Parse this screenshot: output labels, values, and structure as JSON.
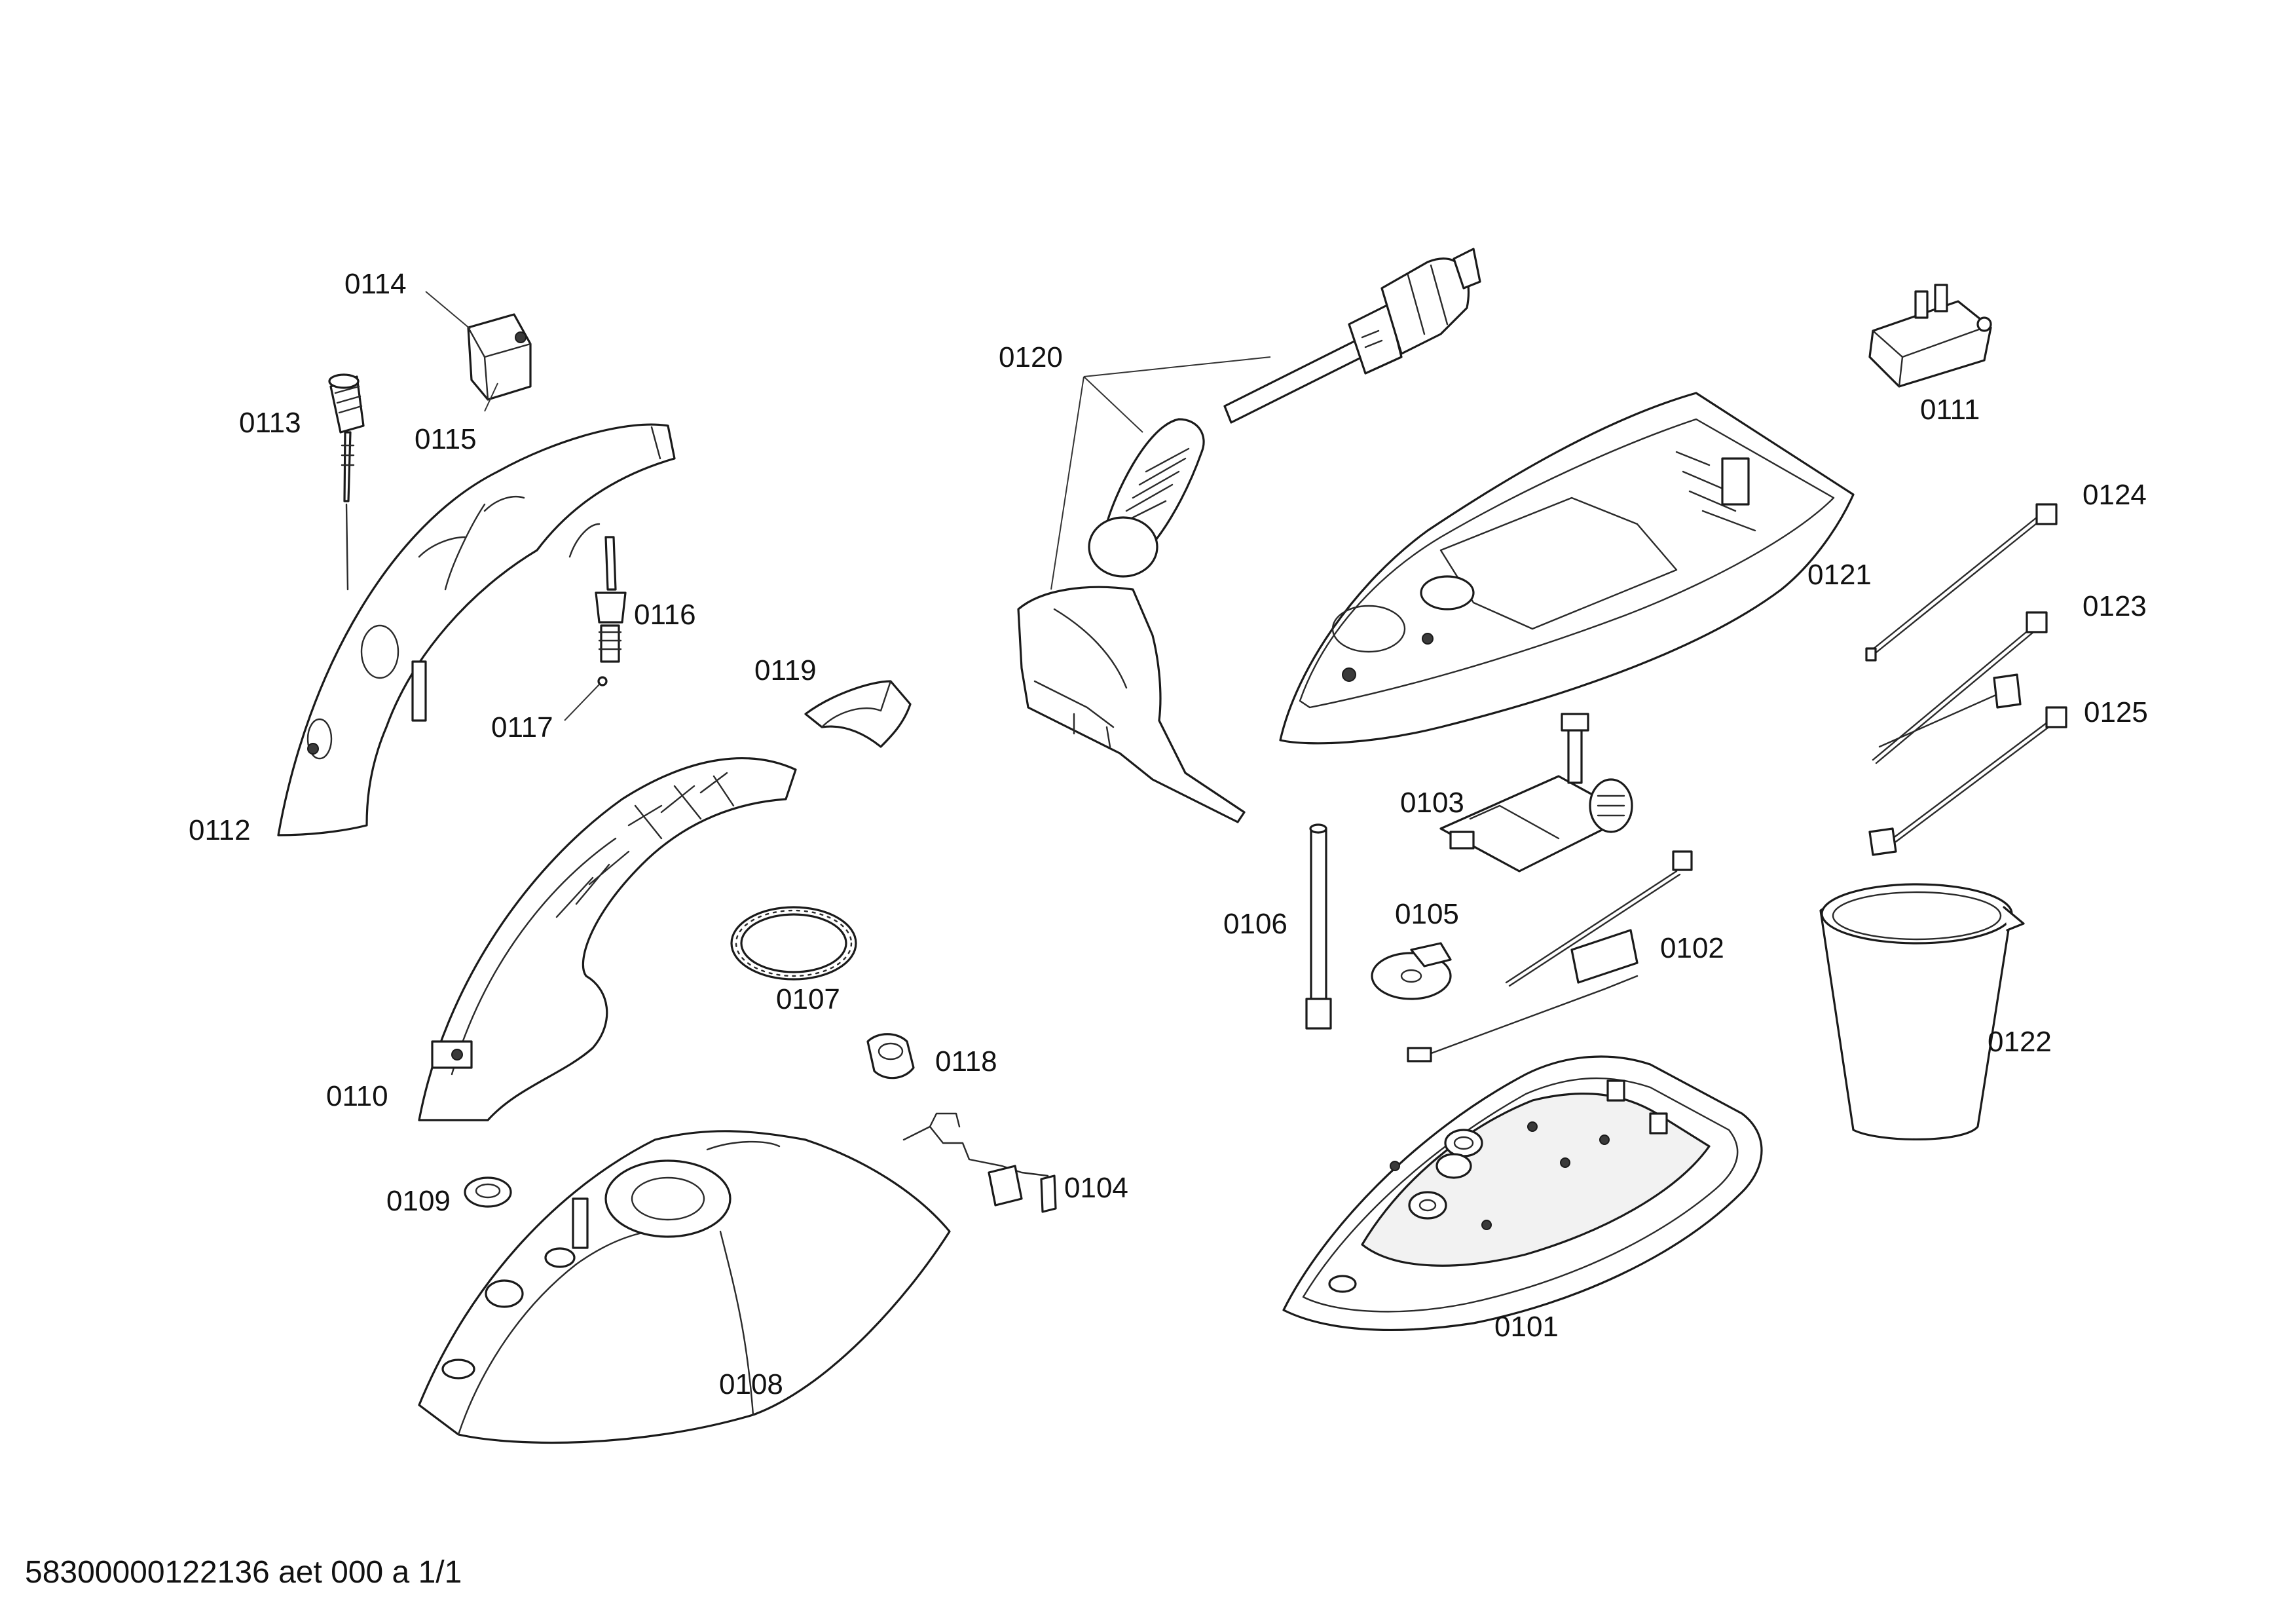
{
  "document": {
    "footer_code": "58300000122136 aet 000 a 1/1"
  },
  "parts": [
    {
      "id": "p0101",
      "label": "0101"
    },
    {
      "id": "p0102",
      "label": "0102"
    },
    {
      "id": "p0103",
      "label": "0103"
    },
    {
      "id": "p0104",
      "label": "0104"
    },
    {
      "id": "p0105",
      "label": "0105"
    },
    {
      "id": "p0106",
      "label": "0106"
    },
    {
      "id": "p0107",
      "label": "0107"
    },
    {
      "id": "p0108",
      "label": "0108"
    },
    {
      "id": "p0109",
      "label": "0109"
    },
    {
      "id": "p0110",
      "label": "0110"
    },
    {
      "id": "p0111",
      "label": "0111"
    },
    {
      "id": "p0112",
      "label": "0112"
    },
    {
      "id": "p0113",
      "label": "0113"
    },
    {
      "id": "p0114",
      "label": "0114"
    },
    {
      "id": "p0115",
      "label": "0115"
    },
    {
      "id": "p0116",
      "label": "0116"
    },
    {
      "id": "p0117",
      "label": "0117"
    },
    {
      "id": "p0118",
      "label": "0118"
    },
    {
      "id": "p0119",
      "label": "0119"
    },
    {
      "id": "p0120",
      "label": "0120"
    },
    {
      "id": "p0121",
      "label": "0121"
    },
    {
      "id": "p0122",
      "label": "0122"
    },
    {
      "id": "p0123",
      "label": "0123"
    },
    {
      "id": "p0124",
      "label": "0124"
    },
    {
      "id": "p0125",
      "label": "0125"
    }
  ]
}
